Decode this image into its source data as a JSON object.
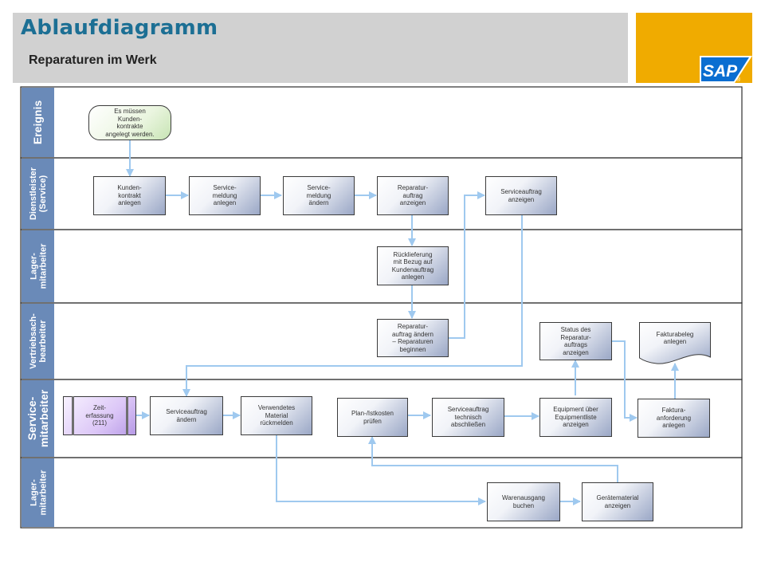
{
  "header": {
    "title": "Ablaufdiagramm",
    "subtitle": "Reparaturen im Werk",
    "logo_text": "SAP",
    "registered_mark": "®",
    "brand_color": "#f0ab00"
  },
  "colors": {
    "lane_label_bg": "#6a8ab8",
    "connector": "#9fc9ef",
    "event_fill": "#eaf5df",
    "subprocess_fill": "#dcc7f7",
    "task_fill": "#9aa7c6"
  },
  "lanes": [
    {
      "label": "Ereignis"
    },
    {
      "label": "Dienstleister\n(Service)"
    },
    {
      "label": "Lager-\nmitarbeiter"
    },
    {
      "label": "Vertriebsach-\nbearbeiter"
    },
    {
      "label": "Service-\nmitarbeiter"
    },
    {
      "label": "Lager-\nmitarbeiter"
    }
  ],
  "nodes": {
    "event_kundenkontrakte": "Es müssen\nKunden-\nkontrakte\nangelegt werden.",
    "kundenkontrakt_anlegen": "Kunden-\nkontrakt\nanlegen",
    "servicemeldung_anlegen": "Service-\nmeldung\nanlegen",
    "servicemeldung_aendern": "Service-\nmeldung\nändern",
    "reparaturauftrag_anzeigen": "Reparatur-\nauftrag\nanzeigen",
    "serviceauftrag_anzeigen": "Serviceauftrag\nanzeigen",
    "ruecklieferung": "Rücklieferung\nmit Bezug auf\nKundenauftrag\nanlegen",
    "reparaturauftrag_aendern": "Reparatur-\nauftrag ändern\n– Reparaturen\nbeginnen",
    "status_reparaturauftrag": "Status des\nReparatur-\nauftrags\nanzeigen",
    "fakturabeleg_anlegen": "Fakturabeleg\nanlegen",
    "zeiterfassung": "Zeit-\nerfassung\n(211)",
    "serviceauftrag_aendern": "Serviceauftrag\nändern",
    "material_rueckmelden": "Verwendetes\nMaterial\nrückmelden",
    "plan_istkosten": "Plan-/Istkosten\nprüfen",
    "serviceauftrag_abschliessen": "Serviceauftrag\ntechnisch\nabschließen",
    "equipment_anzeigen": "Equipment über\nEquipmentliste\nanzeigen",
    "fakturaanforderung": "Faktura-\nanforderung\nanlegen",
    "warenausgang_buchen": "Warenausgang\nbuchen",
    "geraetematerial_anzeigen": "Gerätematerial\nanzeigen"
  }
}
